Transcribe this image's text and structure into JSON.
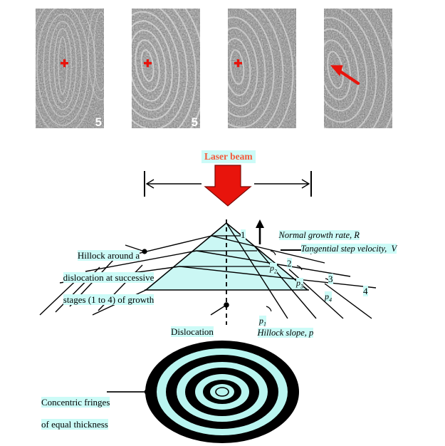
{
  "figure": {
    "background": "#ffffff",
    "highlight_color": "#ccfbf7",
    "accent_red": "#e8140c",
    "laser_text_color": "#f4593a",
    "fringe_black": "#000000",
    "fringe_cyan": "#b9f5f0"
  },
  "micrographs": {
    "description": "Four grayscale interferogram micrographs of a growing crystal surface",
    "panels": [
      {
        "index": 1,
        "marker": "red-cross",
        "corner_label": "5",
        "marker_x_frac": 0.4,
        "marker_y_frac": 0.47
      },
      {
        "index": 2,
        "marker": "red-cross",
        "corner_label": "5",
        "marker_x_frac": 0.23,
        "marker_y_frac": 0.47
      },
      {
        "index": 3,
        "marker": "red-cross",
        "corner_label": "",
        "marker_x_frac": 0.14,
        "marker_y_frac": 0.47
      },
      {
        "index": 4,
        "marker": "red-arrow",
        "corner_label": "",
        "marker_x_frac": 0.3,
        "marker_y_frac": 0.52
      }
    ]
  },
  "laser": {
    "label": "Laser beam",
    "arrow_direction": "down",
    "span_label": ""
  },
  "hillock": {
    "caption_line1": "Hillock around a",
    "caption_line2": "dislocation at successive",
    "caption_line3": "stages (1 to 4) of growth",
    "dislocation_label": "Dislocation",
    "normal_growth_label": "Normal growth rate, R",
    "tangential_velocity_label": "Tangential step velocity,  V",
    "hillock_slope_label": "Hillock slope, p",
    "stage_labels": [
      "1",
      "2",
      "3",
      "4"
    ],
    "slope_labels": [
      "p",
      "p",
      "p",
      "p"
    ],
    "slope_subscripts": [
      "1",
      "2",
      "3",
      "4"
    ],
    "p1": "p",
    "p1_sub": "1",
    "p2": "p",
    "p2_sub": "2",
    "p3": "p",
    "p3_sub": "3",
    "p4": "p",
    "p4_sub": "4"
  },
  "fringes": {
    "caption_line1": "Concentric fringes",
    "caption_line2": "of equal thickness",
    "ring_count": 5,
    "shape": "ellipse"
  }
}
